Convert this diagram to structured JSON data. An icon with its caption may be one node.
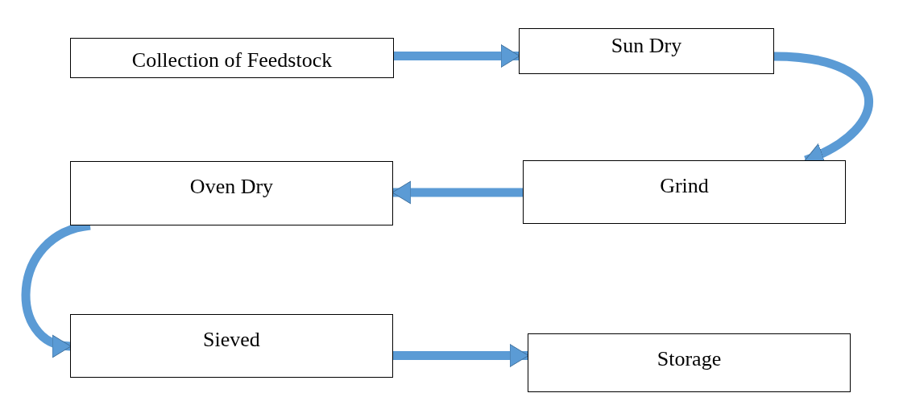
{
  "diagram": {
    "nodes": [
      {
        "text": [
          "Collection of Feedstock"
        ]
      },
      {
        "text": [
          "Sun Dry"
        ]
      },
      {
        "text": [
          "Grind"
        ]
      },
      {
        "text": [
          "Oven Dry"
        ]
      },
      {
        "text": [
          "Sieved"
        ]
      },
      {
        "text": [
          "Storage"
        ]
      }
    ],
    "edges": [
      {
        "from": 0,
        "to": 1,
        "arrow": "to"
      },
      {
        "from": 1,
        "to": 2,
        "arrow": "to"
      },
      {
        "from": 2,
        "to": 3,
        "arrow": "to"
      },
      {
        "from": 3,
        "to": 4,
        "arrow": "to"
      },
      {
        "from": 4,
        "to": 5,
        "arrow": "to"
      }
    ]
  }
}
